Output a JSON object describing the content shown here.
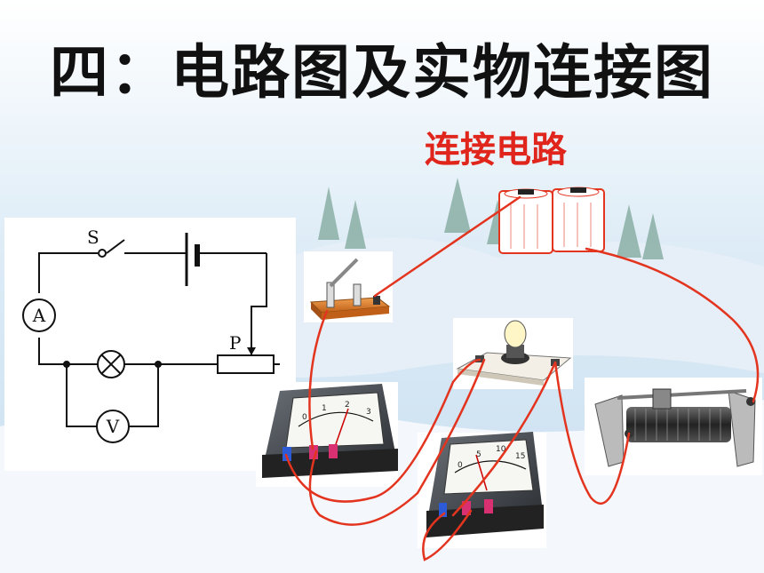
{
  "slide": {
    "title": "四：电路图及实物连接图",
    "subtitle": "连接电路"
  },
  "schematic": {
    "switch_label": "S",
    "rheostat_label": "P",
    "ammeter_label": "A",
    "voltmeter_label": "V"
  },
  "meters": {
    "ammeter_scale": [
      "0",
      "1",
      "2",
      "3"
    ],
    "voltmeter_scale": [
      "0",
      "5",
      "10",
      "15"
    ]
  },
  "colors": {
    "wire": "#e3341f",
    "title": "#111111",
    "subtitle": "#e0261c"
  }
}
